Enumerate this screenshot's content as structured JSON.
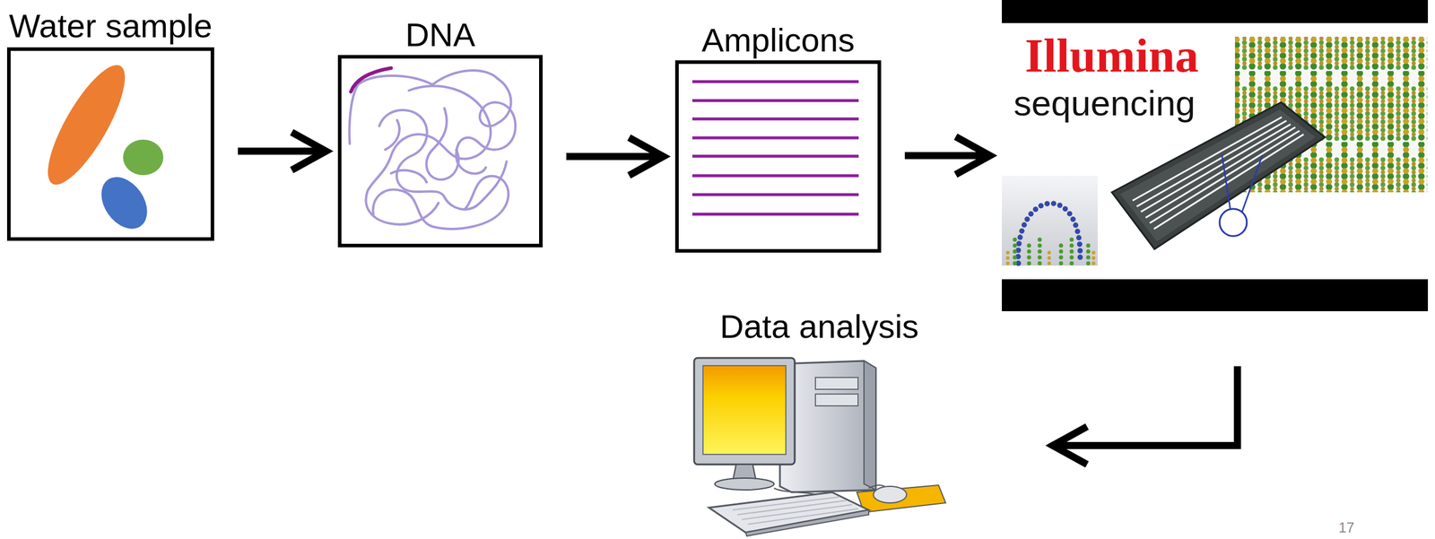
{
  "diagram": {
    "nodes": [
      {
        "text": [
          "Water sample"
        ]
      },
      {
        "text": [
          "DNA"
        ]
      },
      {
        "text": [
          "Amplicons"
        ]
      },
      {
        "text": [
          "Illumina",
          "sequencing"
        ]
      },
      {
        "text": [
          "Data analysis"
        ]
      }
    ],
    "edges": [
      {
        "from": 0,
        "to": 1,
        "arrow": "to"
      },
      {
        "from": 1,
        "to": 2,
        "arrow": "to"
      },
      {
        "from": 2,
        "to": 3,
        "arrow": "to"
      },
      {
        "from": 3,
        "to": 4,
        "arrow": "to"
      }
    ],
    "labels": [
      "17"
    ]
  }
}
